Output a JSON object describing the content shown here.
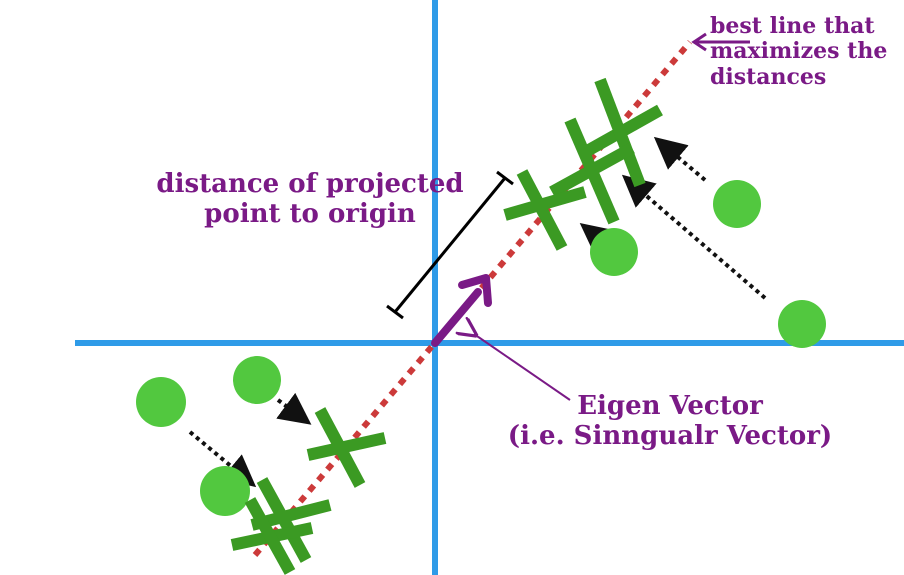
{
  "labels": {
    "best_line": [
      "best line that",
      "maximizes the",
      "distances"
    ],
    "distance": [
      "distance of projected",
      "point to origin"
    ],
    "eigen": [
      "Eigen Vector",
      "(i.e. Sinngualr Vector)"
    ]
  },
  "colors": {
    "axis": "#2f9be8",
    "best_line": "#cc3a3a",
    "point": "#52c83f",
    "cross": "#3b9a23",
    "vector": "#7a1a86",
    "label": "#7a1a86",
    "projection_arrow": "#111111",
    "measure": "#000000"
  }
}
